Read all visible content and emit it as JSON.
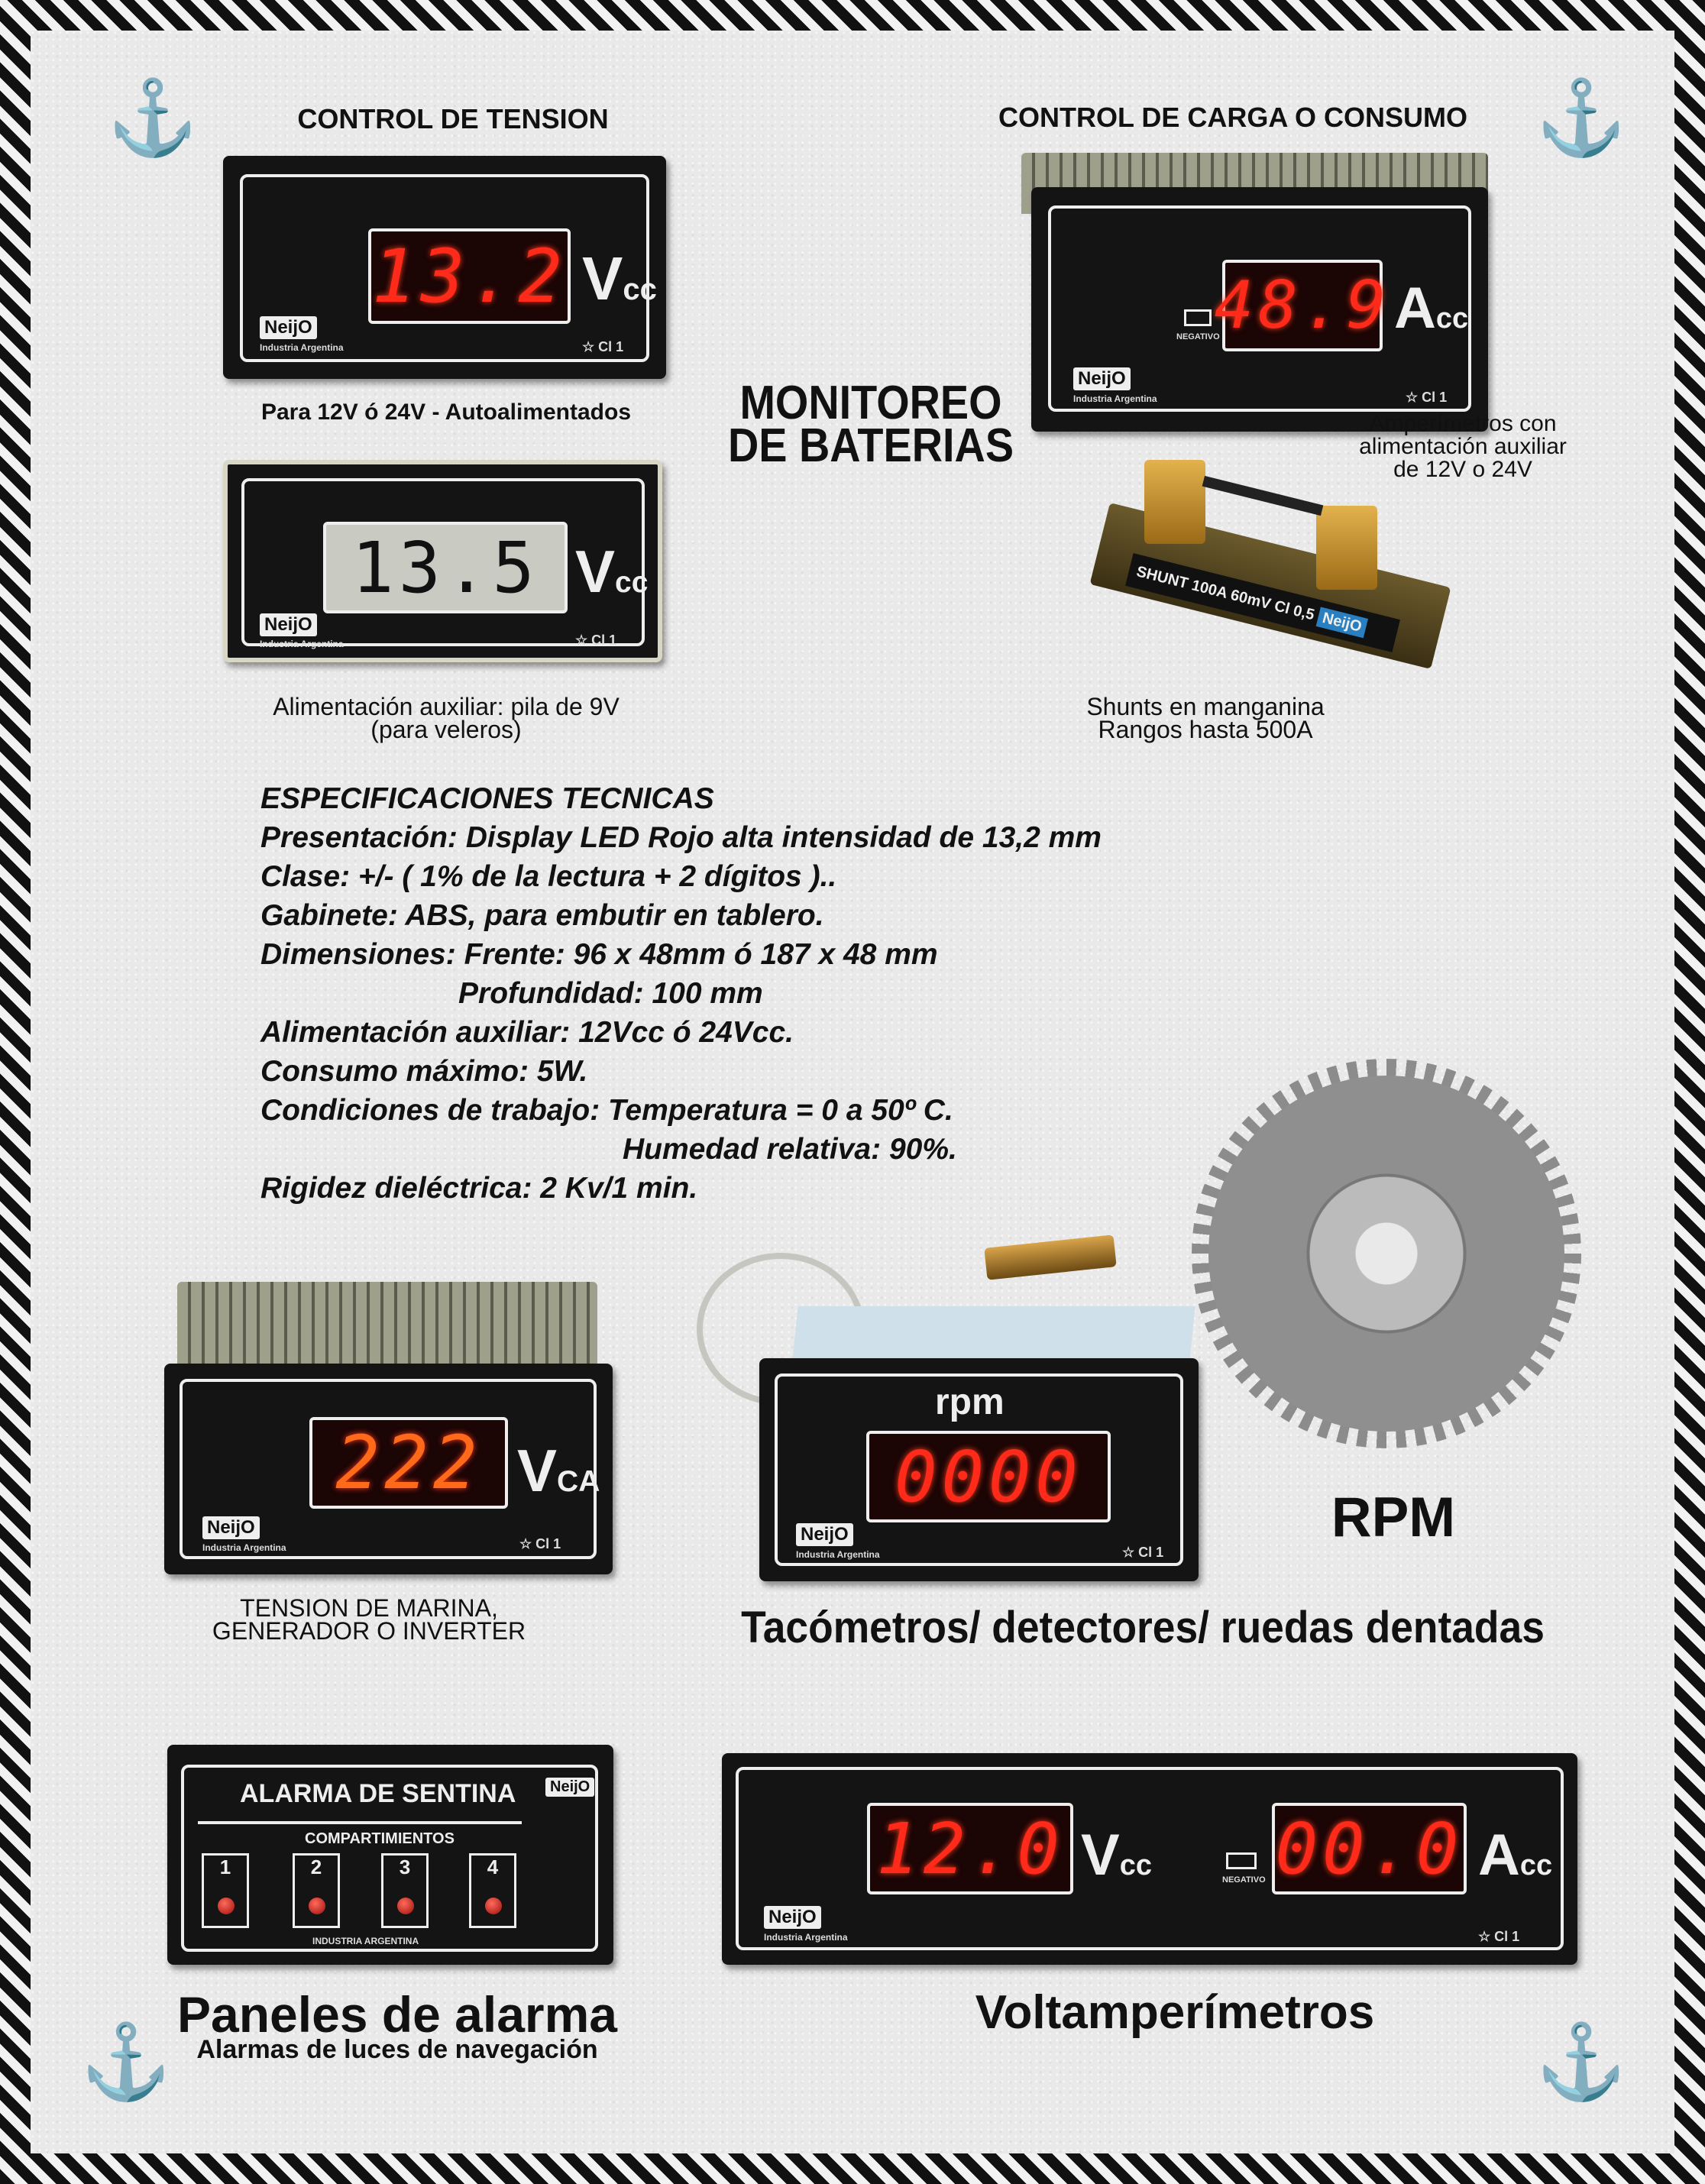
{
  "headings": {
    "tension": "CONTROL DE TENSION",
    "carga": "CONTROL DE CARGA O CONSUMO",
    "monitoreo_1": "MONITOREO",
    "monitoreo_2": "DE BATERIAS",
    "rpm": "RPM",
    "tacometros": "Tacómetros/ detectores/ ruedas dentadas",
    "paneles": "Paneles de alarma",
    "voltamp": "Voltamperímetros"
  },
  "captions": {
    "autoalimentados": "Para 12V ó 24V - Autoalimentados",
    "amperimetros_1": "Amperímetros con",
    "amperimetros_2": "alimentación auxiliar",
    "amperimetros_3": "de 12V o 24V",
    "pila_1": "Alimentación auxiliar: pila de 9V",
    "pila_2": "(para veleros)",
    "shunts_1": "Shunts en manganina",
    "shunts_2": "Rangos hasta 500A",
    "marina_1": "TENSION DE MARINA,",
    "marina_2": "GENERADOR O INVERTER",
    "alarmas_luces": "Alarmas de luces de navegación"
  },
  "meters": {
    "volt": {
      "value": "13.2",
      "unit": "V",
      "sub": "cc"
    },
    "amp": {
      "value": "48.9",
      "unit": "A",
      "sub": "cc",
      "negativo": "NEGATIVO"
    },
    "lcd": {
      "value": "13.5",
      "unit": "V",
      "sub": "cc"
    },
    "vca": {
      "value": "222",
      "unit": "V",
      "sub": "CA"
    },
    "rpm": {
      "label": "rpm",
      "value": "0000"
    },
    "va": {
      "volt_value": "12.0",
      "volt_unit": "V",
      "volt_sub": "cc",
      "amp_value": "00.0",
      "amp_unit": "A",
      "amp_sub": "cc",
      "negativo": "NEGATIVO"
    },
    "brand": "NeijO",
    "industria": "Industria Argentina",
    "clase": "☆ Cl 1"
  },
  "shunt": {
    "label": "SHUNT 100A 60mV Cl 0,5",
    "brand": "NeijO"
  },
  "alarm": {
    "title": "ALARMA DE SENTINA",
    "brand": "NeijO",
    "compartimientos": "COMPARTIMIENTOS",
    "channels": [
      "1",
      "2",
      "3",
      "4"
    ],
    "industria": "INDUSTRIA ARGENTINA"
  },
  "specs": [
    "ESPECIFICACIONES TECNICAS",
    "Presentación: Display LED Rojo alta intensidad de 13,2 mm",
    "Clase: +/- ( 1% de la lectura + 2 dígitos )..",
    "Gabinete: ABS, para embutir en tablero.",
    "Dimensiones: Frente: 96 x 48mm ó 187 x 48 mm",
    "Profundidad: 100 mm",
    "Alimentación auxiliar: 12Vcc ó 24Vcc.",
    "Consumo máximo: 5W.",
    "Condiciones de trabajo: Temperatura = 0 a 50º C.",
    "Humedad  relativa: 90%.",
    "Rigidez dieléctrica: 2 Kv/1 min."
  ],
  "colors": {
    "led_red": "#ff2a1a",
    "panel": "#141414",
    "brand_blue": "#2a7fc0"
  }
}
